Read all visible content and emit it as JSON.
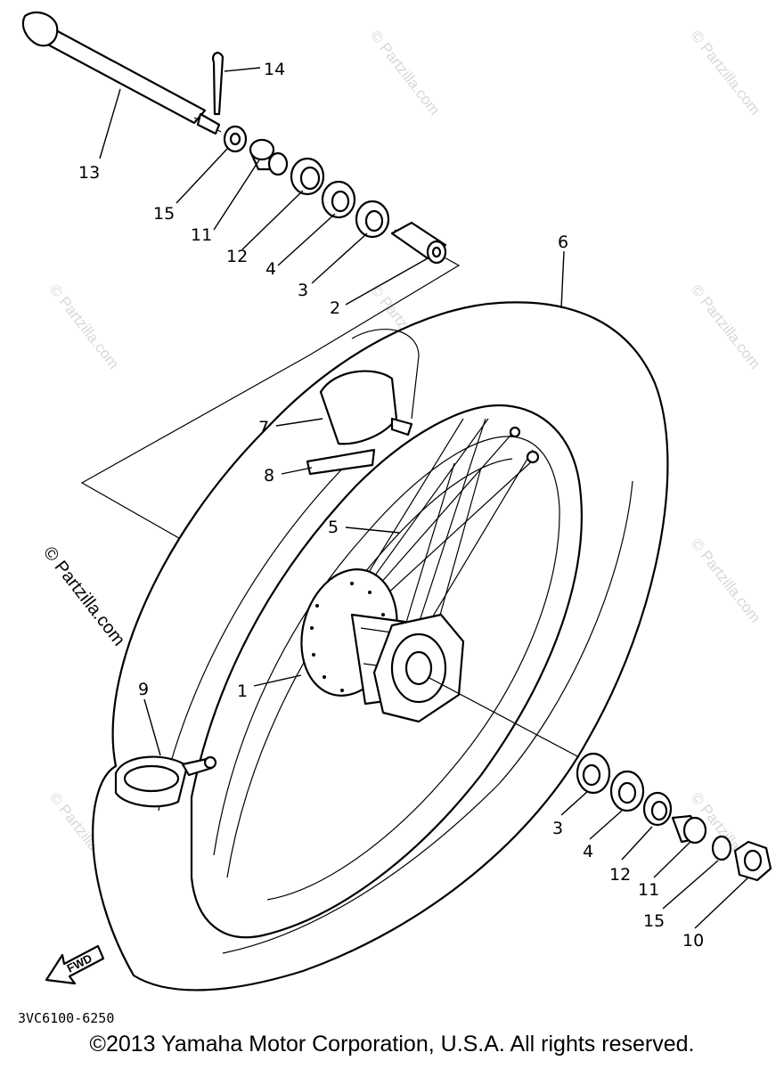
{
  "diagram": {
    "diagram_code": "3VC6100-6250",
    "copyright": "©2013 Yamaha Motor Corporation, U.S.A. All rights reserved.",
    "direction_label": "FWD",
    "watermark_text": "© Partzilla.com",
    "callouts": {
      "c1": "1",
      "c2": "2",
      "c3a": "3",
      "c3b": "3",
      "c4a": "4",
      "c4b": "4",
      "c5": "5",
      "c6": "6",
      "c7": "7",
      "c8": "8",
      "c9": "9",
      "c10": "10",
      "c11a": "11",
      "c11b": "11",
      "c12a": "12",
      "c12b": "12",
      "c13": "13",
      "c14": "14",
      "c15a": "15",
      "c15b": "15"
    }
  }
}
